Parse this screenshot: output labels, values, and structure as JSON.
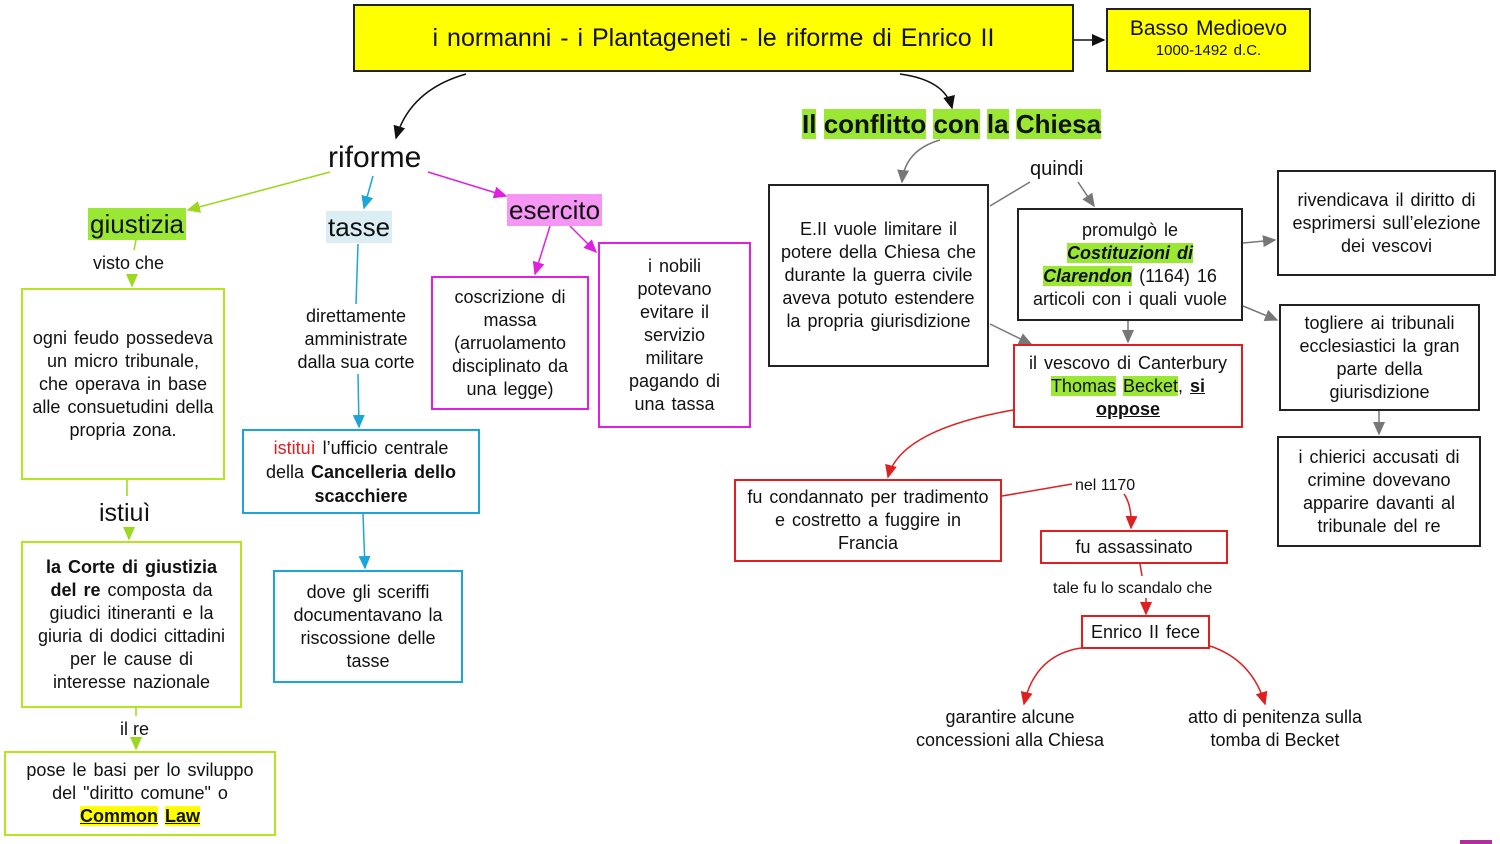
{
  "title": "i normanni - i Plantageneti - le riforme di Enrico II",
  "period": {
    "name": "Basso Medioevo",
    "dates": "1000-1492 d.C."
  },
  "left": {
    "root": "riforme",
    "giustizia": {
      "label": "giustizia",
      "link1": "visto che",
      "box1": "ogni feudo possedeva un micro tribunale, che operava in base alle consuetudini della propria zona.",
      "link2": "istiuì",
      "box2_bold": "la Corte di giustizia del re",
      "box2_rest": " composta da giudici itineranti e la giuria di dodici cittadini  per le cause di interesse nazionale",
      "link3": "il re",
      "box3_text": "pose le basi per lo sviluppo del \"diritto comune\" o",
      "box3_hl1": "Common",
      "box3_hl2": "Law"
    },
    "tasse": {
      "label": "tasse",
      "text": "direttamente amministrate dalla sua corte",
      "box1_red": "istituì",
      "box1_rest": " l’ufficio centrale della ",
      "box1_bold": "Cancelleria dello scacchiere",
      "box2": "dove gli sceriffi documentavano la riscossione delle tasse"
    },
    "esercito": {
      "label": "esercito",
      "box1": "coscrizione di massa (arruolamento disciplinato da una legge)",
      "box2": "i nobili potevano evitare il servizio militare pagando di una tassa"
    }
  },
  "right": {
    "root_words": [
      "Il",
      "conflitto",
      "con",
      "la",
      "Chiesa"
    ],
    "box_eii": "E.II vuole limitare il potere della Chiesa che durante la guerra civile aveva potuto estendere la propria giurisdizione",
    "link_quindi": "quindi",
    "promulgo": {
      "pre": "promulgò le",
      "hl1": "Costituzioni di",
      "hl2": "Clarendon",
      "post": " (1164) 16 articoli con i quali vuole"
    },
    "rivendicava": "rivendicava il diritto di esprimersi sull’elezione dei vescovi",
    "togliere": "togliere ai tribunali ecclesiastici la gran parte della giurisdizione",
    "chierici": "i chierici accusati di crimine dovevano apparire davanti al tribunale del re",
    "vescovo": {
      "pre": "il vescovo di Canterbury ",
      "hl1": "Thomas",
      "hl2": "Becket",
      "mid": ",  ",
      "u": "si oppose"
    },
    "condannato": "fu condannato per tradimento e costretto a fuggire in Francia",
    "link_1170": "nel 1170",
    "assassinato": "fu assassinato",
    "link_scandalo": "tale fu lo scandalo che",
    "enrico": "Enrico II fece",
    "garantire": "garantire alcune concessioni alla Chiesa",
    "atto": "atto di penitenza sulla tomba di Becket"
  },
  "colors": {
    "title_bg": "#ffff00",
    "highlight": "#9be834",
    "green": "#b5e51d",
    "blue": "#1ca5d8",
    "magenta": "#e020e0",
    "red": "#e02020"
  }
}
